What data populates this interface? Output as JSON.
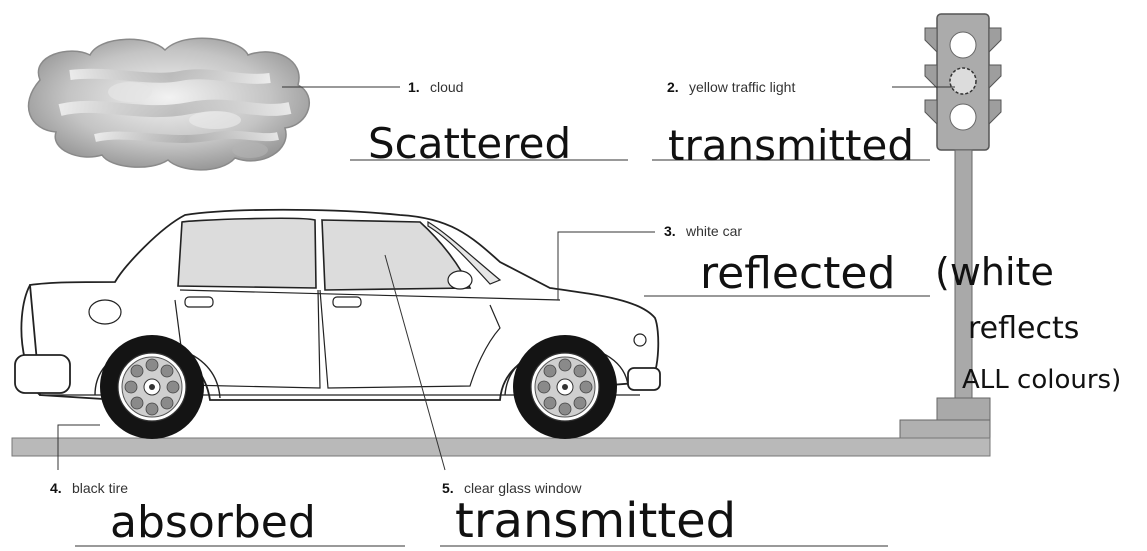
{
  "items": [
    {
      "number": "1.",
      "label": "cloud",
      "answer": "Scattered"
    },
    {
      "number": "2.",
      "label": "yellow traffic light",
      "answer": "transmitted"
    },
    {
      "number": "3.",
      "label": "white car",
      "answer": "reflected",
      "note": [
        "(white",
        "reflects",
        "ALL colours)"
      ]
    },
    {
      "number": "4.",
      "label": "black tire",
      "answer": "absorbed"
    },
    {
      "number": "5.",
      "label": "clear glass window",
      "answer": "transmitted"
    }
  ],
  "colors": {
    "ground": "#b9b9b9",
    "pole": "#a9a9a9",
    "ink": "#111111",
    "cloud": "#a0a0a0"
  }
}
